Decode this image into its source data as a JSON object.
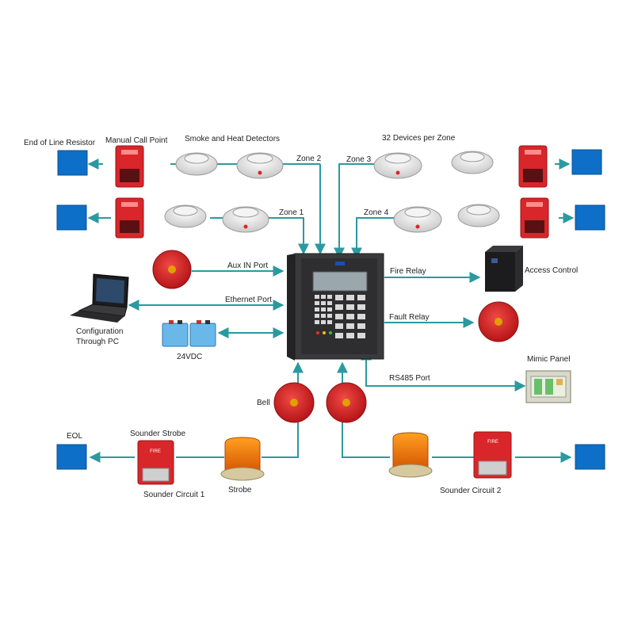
{
  "labels": {
    "end_of_line_resistor": "End of Line Resistor",
    "manual_call_point": "Manual Call Point",
    "smoke_heat_detectors": "Smoke and Heat Detectors",
    "zone2": "Zone 2",
    "zone1": "Zone 1",
    "devices_per_zone": "32 Devices per Zone",
    "zone3": "Zone 3",
    "zone4": "Zone 4",
    "aux_in_port": "Aux IN Port",
    "ethernet_port": "Ethernet Port",
    "config_line1": "Configuration",
    "config_line2": "Through PC",
    "vdc": "24VDC",
    "fire_relay": "Fire Relay",
    "access_control": "Access Control",
    "fault_relay": "Fault Relay",
    "mimic_panel": "Mimic Panel",
    "rs485_port": "RS485 Port",
    "bell": "Bell",
    "eol": "EOL",
    "sounder_strobe": "Sounder Strobe",
    "sounder_circuit_1": "Sounder Circuit 1",
    "strobe": "Strobe",
    "sounder_circuit_2": "Sounder Circuit 2",
    "fire_badge": "FIRE"
  },
  "colors": {
    "line": "#2a9aa0",
    "eol_box": "#0d6fc7",
    "device_red": "#d8262a",
    "bell_red": "#d8232a",
    "strobe_orange": "#f07a10",
    "panel_dark": "#3a3a3c"
  }
}
